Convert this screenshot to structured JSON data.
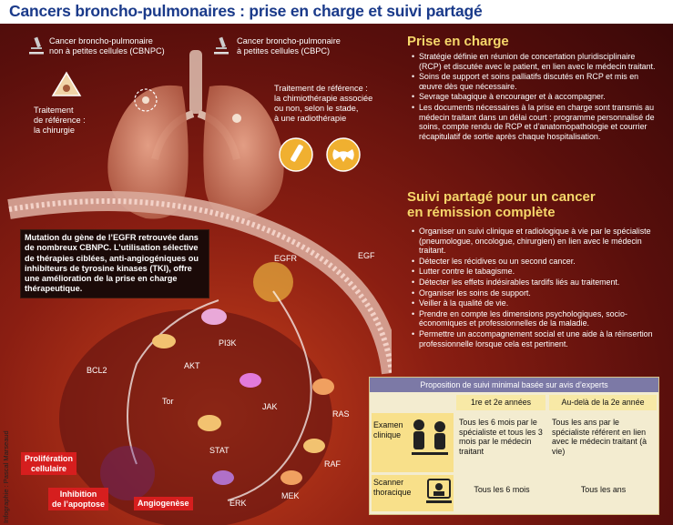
{
  "title": "Cancers broncho-pulmonaires : prise en charge et suivi partagé",
  "lung_labels": {
    "cbnpc": "Cancer broncho-pulmonaire\nnon à petites cellules (CBNPC)",
    "cbpc": "Cancer broncho-pulmonaire\nà petites cellules (CBPC)",
    "surgery": "Traitement\nde référence :\nla chirurgie",
    "chemo": "Traitement de référence :\nla chimiothérapie associée\nou non, selon le stade,\nà une radiothérapie"
  },
  "cell_text": "Mutation du gène de l’EGFR retrouvée dans de nombreux CBNPC. L’utilisation sélective de thérapies ciblées, anti-angiogéniques ou inhibiteurs de tyrosine kinases (TKI), offre une amélioration de la prise en charge thérapeutique.",
  "molecules": {
    "egfr": "EGFR",
    "egf": "EGF",
    "pi3k": "PI3K",
    "akt": "AKT",
    "bcl2": "BCL2",
    "tor": "Tor",
    "jak": "JAK",
    "stat": "STAT",
    "ras": "RAS",
    "raf": "RAF",
    "mek": "MEK",
    "erk": "ERK"
  },
  "effects": {
    "proliferation": "Prolifération\ncellulaire",
    "apoptose": "Inhibition\nde l’apoptose",
    "angiogenese": "Angiogenèse"
  },
  "prise_en_charge": {
    "heading": "Prise en charge",
    "items": [
      "Stratégie définie en réunion de concertation pluridisciplinaire (RCP) et discutée avec le patient, en lien avec le médecin traitant.",
      "Soins de support et soins palliatifs discutés en RCP et mis en œuvre dès que nécessaire.",
      "Sevrage tabagique à encourager et à accompagner.",
      "Les documents nécessaires à la prise en charge sont transmis au médecin traitant dans un délai court : programme personnalisé de soins, compte rendu de RCP et d’anatomopathologie et courrier récapitulatif de sortie après chaque hospitalisation."
    ]
  },
  "suivi": {
    "heading": "Suivi partagé pour un cancer\nen rémission complète",
    "items": [
      "Organiser un suivi clinique et radiologique à vie par le spécialiste (pneumologue, oncologue, chirurgien) en lien avec le médecin traitant.",
      "Détecter les récidives ou un second cancer.",
      "Lutter contre le tabagisme.",
      "Détecter les effets indésirables tardifs liés au traitement.",
      "Organiser les soins de support.",
      "Veiller à la qualité de vie.",
      "Prendre en compte les dimensions psychologiques, socio-économiques et professionnelles de la maladie.",
      "Permettre un accompagnement social et une aide à la réinsertion professionnelle lorsque cela est pertinent."
    ]
  },
  "table": {
    "caption": "Proposition de suivi minimal basée sur avis d’experts",
    "col1": "1re et 2e années",
    "col2": "Au-delà de la 2e année",
    "row1_label": "Examen\nclinique",
    "row1_c1": "Tous les 6 mois par le spécialiste et tous les 3 mois par le médecin traitant",
    "row1_c2": "Tous les ans par le spécialiste référent en lien avec le médecin traitant (à vie)",
    "row2_label": "Scanner\nthoracique",
    "row2_c1": "Tous les 6 mois",
    "row2_c2": "Tous les ans"
  },
  "credit": "Infographie : Pascal Marseaud"
}
